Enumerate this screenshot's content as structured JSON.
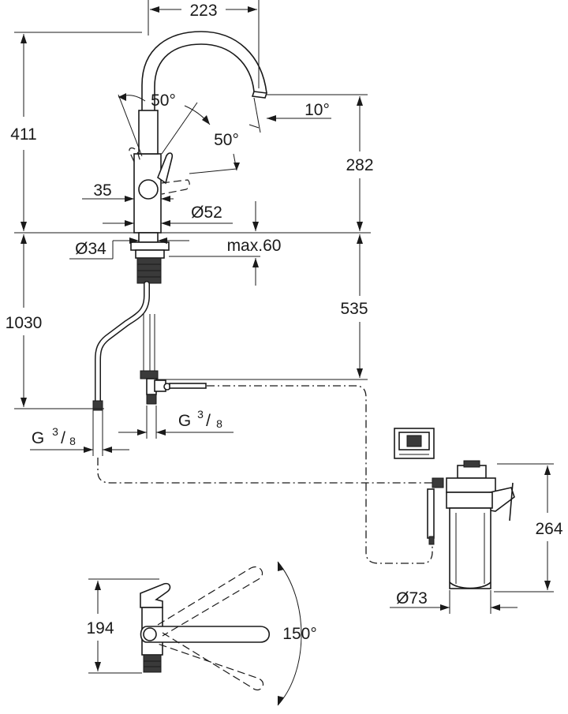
{
  "dimensions": {
    "spout_reach": "223",
    "total_height": "411",
    "spout_height": "282",
    "lever_angle_left": "50°",
    "lever_angle_right": "50°",
    "spout_tilt": "10°",
    "lever_width": "35",
    "body_diameter": "Ø52",
    "shank_diameter": "Ø34",
    "max_deck": "max.60",
    "hose_length_left": "1030",
    "hose_length_right": "535",
    "thread_right_main": "G",
    "thread_right_num": "3",
    "thread_right_den": "8",
    "thread_left_main": "G",
    "thread_left_num": "3",
    "thread_left_den": "8",
    "filter_height": "264",
    "filter_diameter": "Ø73",
    "top_view_height": "194",
    "rotation_angle": "150°"
  },
  "colors": {
    "line": "#1a1a1a",
    "dark_fill": "#3a3a3a",
    "background": "#ffffff"
  },
  "icons": {
    "filter_display": "filter-display-icon"
  }
}
